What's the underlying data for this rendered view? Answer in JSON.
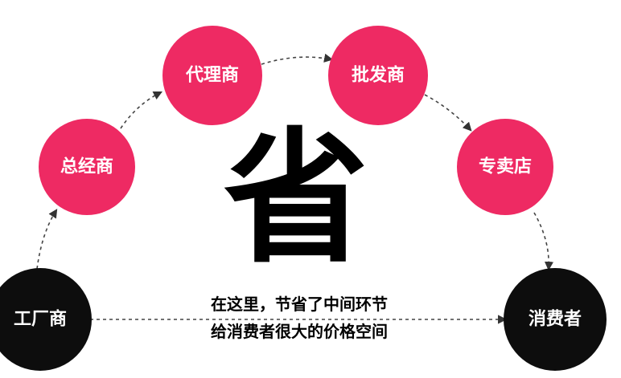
{
  "nodes": [
    {
      "id": "factory",
      "label": "工厂商",
      "color": "#0d0d0d",
      "text_color": "#ffffff"
    },
    {
      "id": "distributor",
      "label": "总经商",
      "color": "#ee2a63",
      "text_color": "#ffffff"
    },
    {
      "id": "agent",
      "label": "代理商",
      "color": "#ee2a63",
      "text_color": "#ffffff"
    },
    {
      "id": "wholesaler",
      "label": "批发商",
      "color": "#ee2a63",
      "text_color": "#ffffff"
    },
    {
      "id": "store",
      "label": "专卖店",
      "color": "#ee2a63",
      "text_color": "#ffffff"
    },
    {
      "id": "consumer",
      "label": "消费者",
      "color": "#0d0d0d",
      "text_color": "#ffffff"
    }
  ],
  "center": {
    "char": "省",
    "color": "#000000"
  },
  "caption": {
    "line1": "在这里，节省了中间环节",
    "line2": "给消费者很大的价格空间"
  }
}
